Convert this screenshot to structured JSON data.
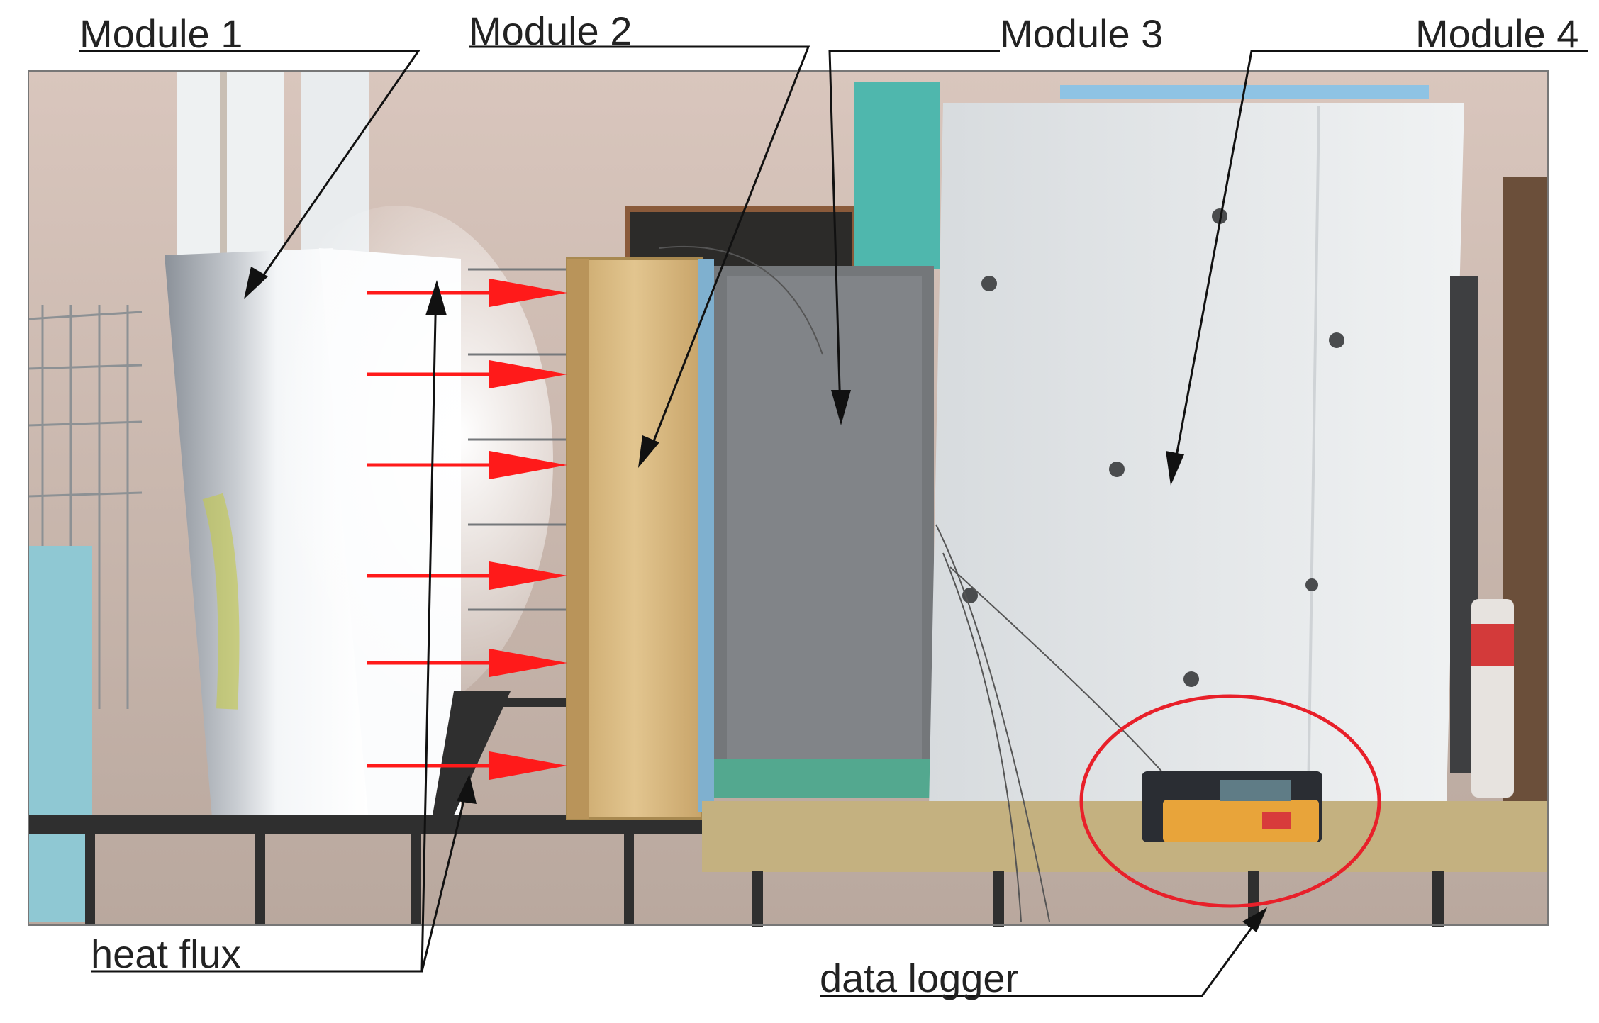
{
  "labels": {
    "module_1": "Module 1",
    "module_2": "Module 2",
    "module_3": "Module 3",
    "module_4": "Module 4",
    "heat_flux": "heat flux",
    "data_logger": "data logger"
  },
  "colors": {
    "arrow_red": "#ff1a1a",
    "highlight_ellipse": "#e8202a",
    "leader_line": "#111111"
  },
  "objects": {
    "heat_flux_arrow_count": 6
  }
}
